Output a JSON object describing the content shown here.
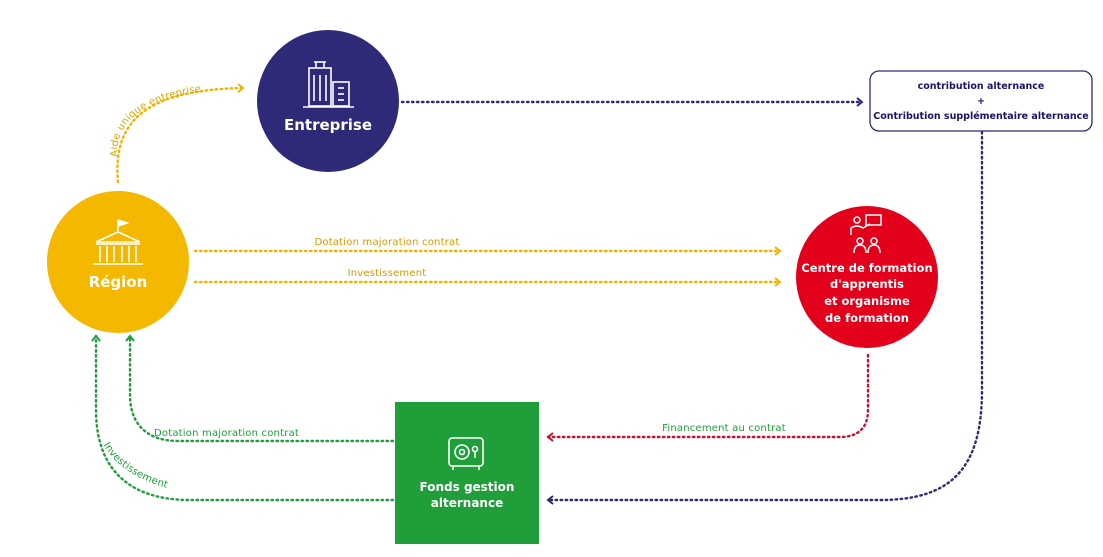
{
  "colors": {
    "entreprise": "#2e2a78",
    "region": "#f5b800",
    "centre": "#e3001b",
    "fonds": "#1f9e3a",
    "navy_line": "#2e2a78",
    "yellow_line": "#f0b400",
    "green_line": "#1f9e3a",
    "red_line": "#c8102e",
    "box_border": "#2e2a78"
  },
  "nodes": {
    "entreprise": {
      "label": "Entreprise",
      "icon": "office-building-icon"
    },
    "region": {
      "label": "Région",
      "icon": "government-building-icon"
    },
    "centre": {
      "lines": [
        "Centre de formation",
        "d'apprentis",
        "et organisme",
        "de formation"
      ],
      "icon": "teacher-students-icon"
    },
    "fonds": {
      "lines": [
        "Fonds gestion",
        "alternance"
      ],
      "icon": "safe-icon"
    }
  },
  "contribution_box": {
    "lines": [
      "contribution alternance",
      "+",
      "Contribution supplémentaire alternance"
    ]
  },
  "flows": {
    "aide_unique": "Aide unique entreprise",
    "dotation_top": "Dotation majoration contrat",
    "investissement_top": "Investissement",
    "dotation_bottom": "Dotation majoration contrat",
    "investissement_bottom": "Investissement",
    "financement": "Financement au contrat"
  }
}
